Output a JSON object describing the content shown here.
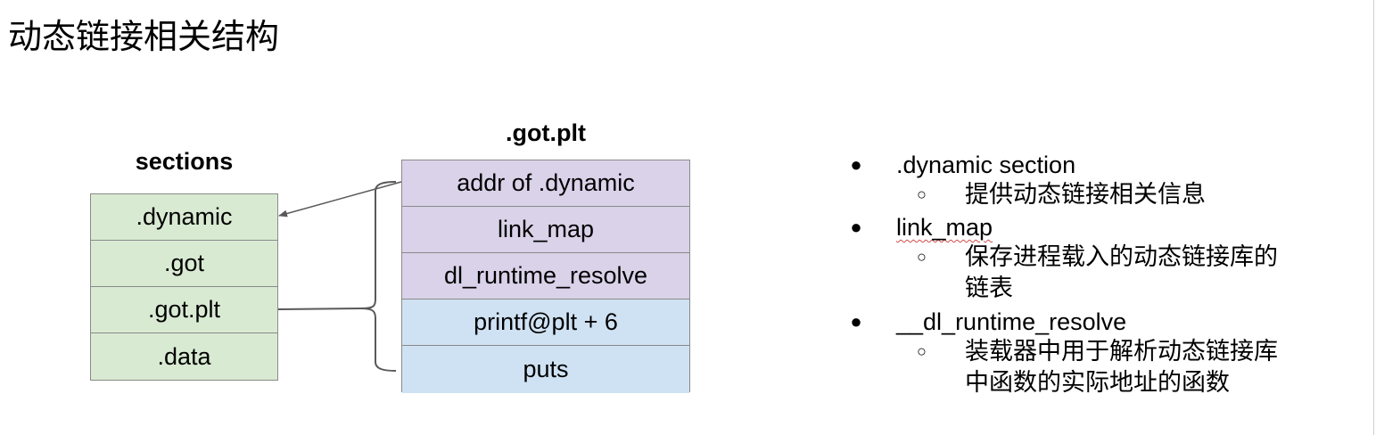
{
  "slide": {
    "title": "动态链接相关结构"
  },
  "sections": {
    "heading": "sections",
    "items": [
      ".dynamic",
      ".got",
      ".got.plt",
      ".data"
    ],
    "fill_color": "#d9ead3"
  },
  "got_plt": {
    "heading": ".got.plt",
    "items": [
      "addr of .dynamic",
      "link_map",
      "dl_runtime_resolve",
      "printf@plt + 6",
      "puts"
    ],
    "colors": {
      "reserved": "#d9d2e9",
      "entries": "#cfe2f3"
    }
  },
  "bullets": [
    {
      "text": ".dynamic section",
      "sub": "提供动态链接相关信息"
    },
    {
      "text": "link_map",
      "sub": "保存进程载入的动态链接库的链表"
    },
    {
      "text": "__dl_runtime_resolve",
      "sub": "装载器中用于解析动态链接库中函数的实际地址的函数"
    }
  ]
}
